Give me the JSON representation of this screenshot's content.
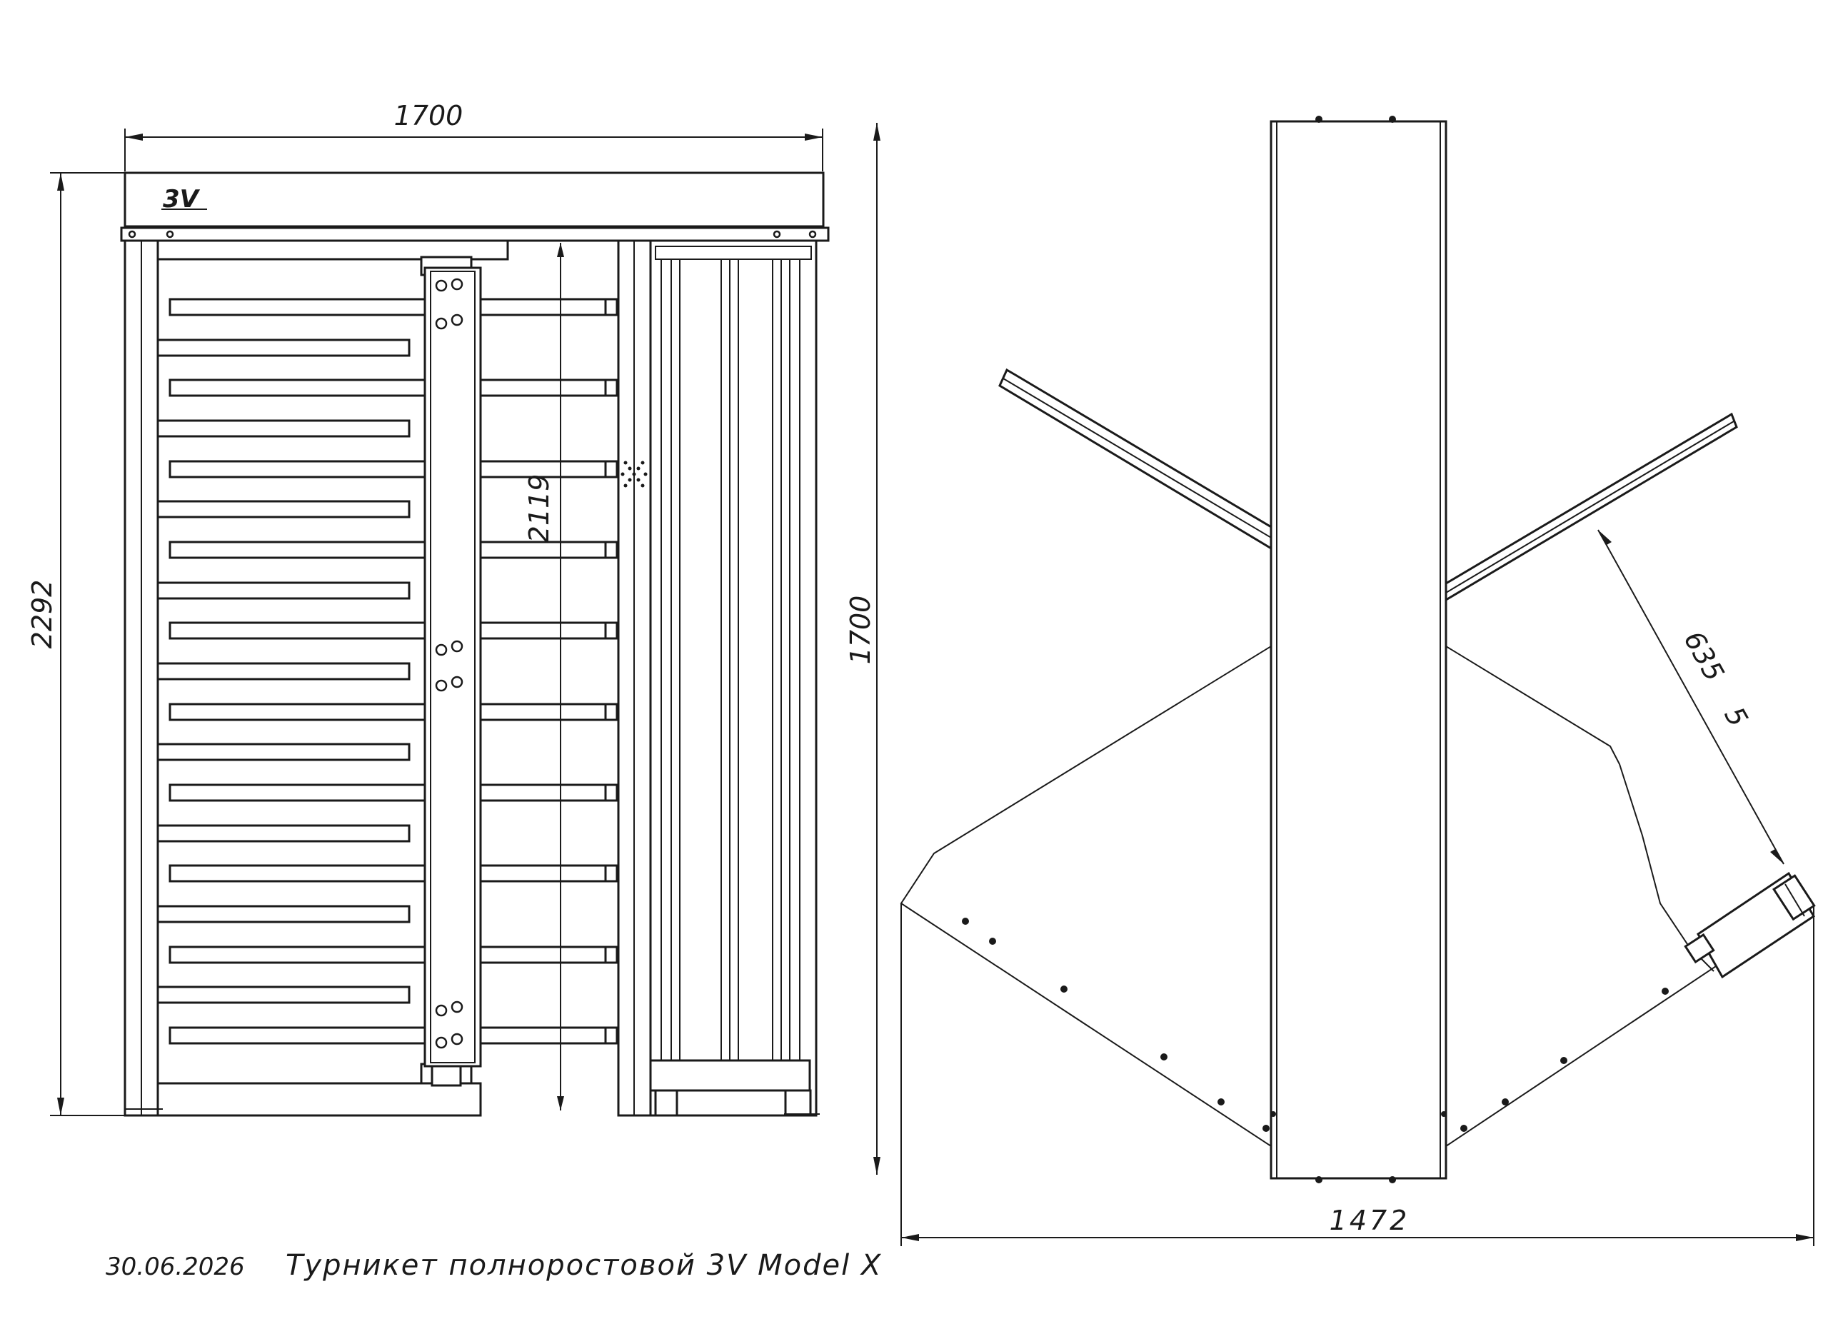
{
  "front_view": {
    "logo_text": "3V",
    "dim_width": "1700",
    "dim_height": "2292",
    "dim_passage_height": "2119"
  },
  "top_view": {
    "dim_depth": "1700",
    "dim_width": "1472",
    "dim_arm_length": "635",
    "dim_arm_small": "5"
  },
  "footer": {
    "date": "30.06.2026",
    "title": "Турникет полноростовой 3V Model X"
  }
}
